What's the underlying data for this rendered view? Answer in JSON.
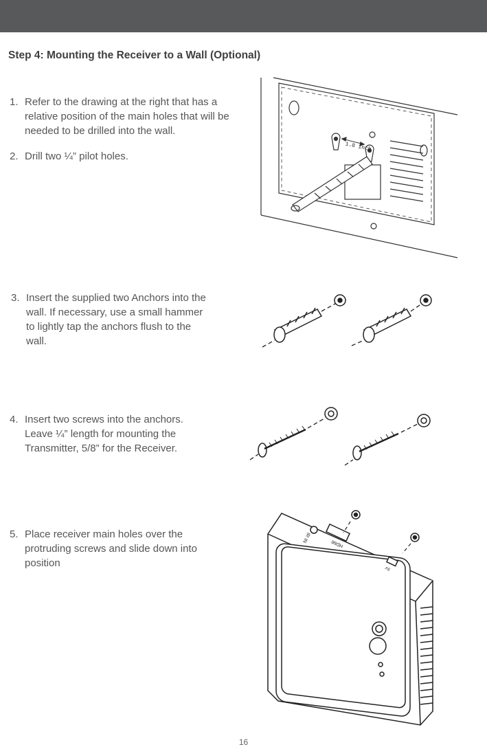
{
  "page": {
    "heading": "Step 4: Mounting the Receiver to a Wall (Optional)",
    "page_number": "16"
  },
  "steps": [
    {
      "num": "1.",
      "text": "Refer to the drawing at the right that has a relative position of the main holes that will be needed to be drilled into the wall."
    },
    {
      "num": "2.",
      "text": "Drill two ¼” pilot holes."
    },
    {
      "num": "3.",
      "text": "Insert the supplied two Anchors into the wall. If necessary, use a small hammer to lightly tap the anchors flush to the wall."
    },
    {
      "num": "4.",
      "text": "Insert two screws into the anchors. Leave ¼” length for mounting the Transmitter, 5/8” for the Receiver."
    },
    {
      "num": "5.",
      "text": "Place receiver main holes over the protruding screws and slide down into position"
    }
  ],
  "figures": {
    "drill": {
      "distance_label": "1.8 inch"
    },
    "receiver": {
      "hdmi_label": "HDMI",
      "ir_label": "IR IN",
      "power_label": "5V"
    }
  }
}
